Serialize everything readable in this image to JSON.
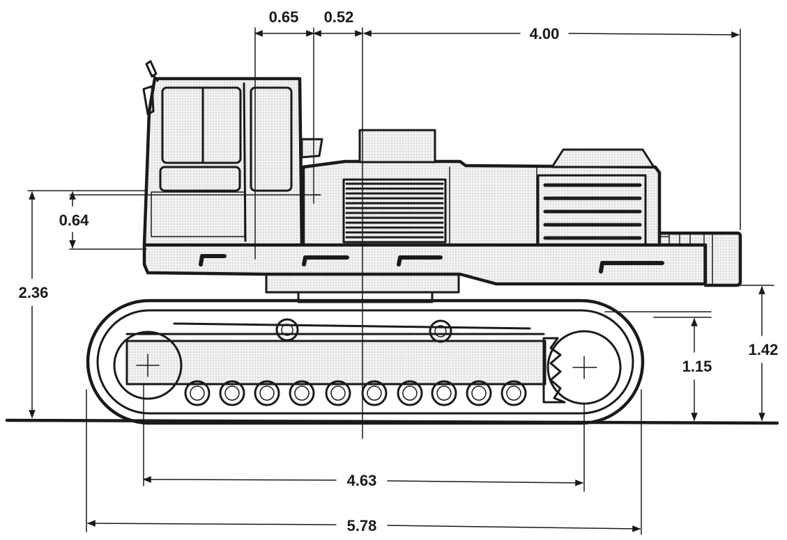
{
  "dimensions": {
    "cab_offset": "0.65",
    "pivot_offset": "0.52",
    "tail_radius": "4.00",
    "cab_window_height": "0.64",
    "overall_height": "2.36",
    "track_height": "1.15",
    "counterweight_clearance": "1.42",
    "tumbler_distance": "4.63",
    "track_length": "5.78"
  },
  "colors": {
    "ink": "#1a1a1a",
    "paper": "#ffffff",
    "shading": "#d9d9d9"
  }
}
